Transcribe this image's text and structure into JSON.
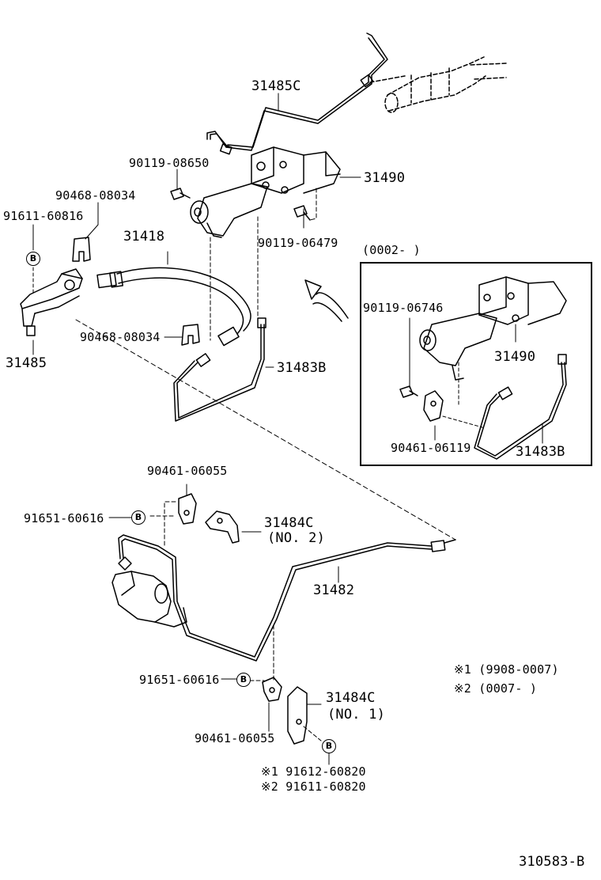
{
  "parts": {
    "p31485C": "31485C",
    "p90119_08650": "90119-08650",
    "p31490_main": "31490",
    "p90468_08034_top": "90468-08034",
    "p91611_60816": "91611-60816",
    "p31418": "31418",
    "p90119_06479": "90119-06479",
    "p90468_08034_mid": "90468-08034",
    "p31485": "31485",
    "p31483B_main": "31483B",
    "p90461_06055_top": "90461-06055",
    "p91651_60616_top": "91651-60616",
    "p31484C_top": "31484C",
    "p31484C_top_sub": "(NO. 2)",
    "p31482": "31482",
    "p91651_60616_bottom": "91651-60616",
    "p31484C_bottom": "31484C",
    "p31484C_bottom_sub": "(NO. 1)",
    "p90461_06055_bottom": "90461-06055",
    "p91612_60820": "※1  91612-60820",
    "p91611_60820": "※2  91611-60820"
  },
  "inset": {
    "date_range": "(0002-       )",
    "p90119_06746": "90119-06746",
    "p31490": "31490",
    "p90461_06119": "90461-06119",
    "p31483B": "31483B"
  },
  "notes": {
    "note1": "※1 (9908-0007)",
    "note2": "※2 (0007-       )"
  },
  "circle_marker": "B",
  "figure_id": "310583-B"
}
